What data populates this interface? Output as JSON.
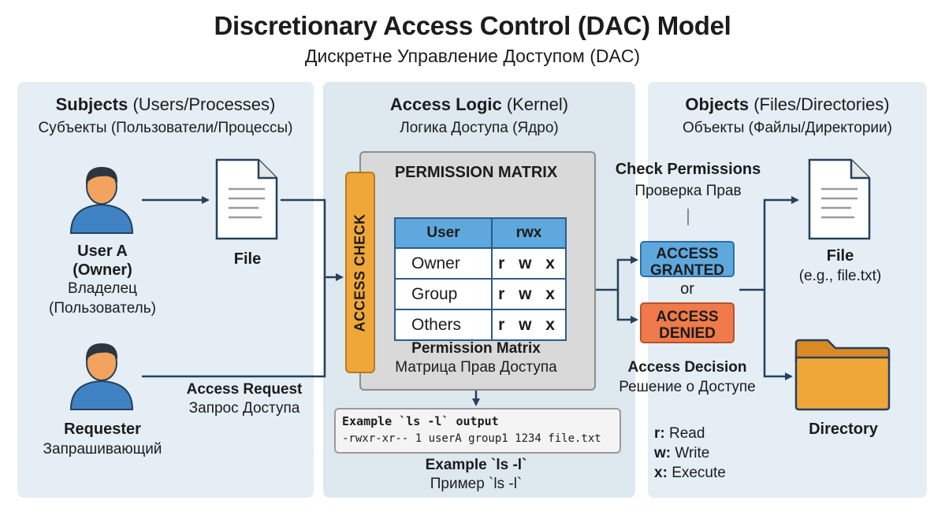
{
  "header": {
    "title": "Discretionary Access Control (DAC) Model",
    "subtitle": "Дискретне Управление Доступом (DAC)"
  },
  "subjects": {
    "heading_bold": "Subjects",
    "heading_rest": " (Users/Processes)",
    "subheading": "Субъекты (Пользователи/Процессы)",
    "user_a": {
      "name": "User A",
      "role": "(Owner)",
      "ru_line1": "Владелец",
      "ru_line2": "(Пользователь)"
    },
    "file_label": "File",
    "requester": {
      "name": "Requester",
      "ru": "Запрашивающий"
    },
    "request": {
      "label": "Access Request",
      "ru": "Запрос Доступа"
    }
  },
  "logic": {
    "heading_bold": "Access Logic",
    "heading_rest": " (Kernel)",
    "subheading": "Логика Доступа (Ядро)",
    "access_check": "ACCESS CHECK",
    "matrix_title": "PERMISSION MATRIX",
    "table": {
      "headers": [
        "User",
        "rwx"
      ],
      "rows": [
        {
          "user": "Owner",
          "perm": "r w x"
        },
        {
          "user": "Group",
          "perm": "r w x"
        },
        {
          "user": "Others",
          "perm": "r w x"
        }
      ]
    },
    "matrix_caption": "Permission Matrix",
    "matrix_caption_ru": "Матрица Прав Доступа",
    "example_output": {
      "title": "Example `ls -l` output",
      "line": "-rwxr-xr-- 1 userA group1 1234 file.txt"
    },
    "example_caption": "Example `ls -l`",
    "example_caption_ru": "Пример `ls -l`"
  },
  "decision": {
    "check_label": "Check Permissions",
    "check_ru": "Проверка Прав",
    "granted_line1": "ACCESS",
    "granted_line2": "GRANTED",
    "or": "or",
    "denied_line1": "ACCESS",
    "denied_line2": "DENIED",
    "label": "Access Decision",
    "ru": "Решение о Доступе",
    "legend": [
      {
        "key": "r:",
        "value": "Read"
      },
      {
        "key": "w:",
        "value": "Write"
      },
      {
        "key": "x:",
        "value": "Execute"
      }
    ]
  },
  "objects": {
    "heading_bold": "Objects",
    "heading_rest": " (Files/Directories)",
    "subheading": "Объекты (Файлы/Директории)",
    "file_label": "File",
    "file_example": "(e.g., file.txt)",
    "directory_label": "Directory"
  },
  "colors": {
    "panel_bg": "#e4eef4",
    "user_icon": "#3f83c4",
    "skin": "#f2a35e",
    "hair": "#2d3640",
    "connector": "#27405c",
    "access_check": "#f0a73a",
    "granted": "#5fa8de",
    "denied": "#f07a4a",
    "folder": "#f0a73a"
  }
}
